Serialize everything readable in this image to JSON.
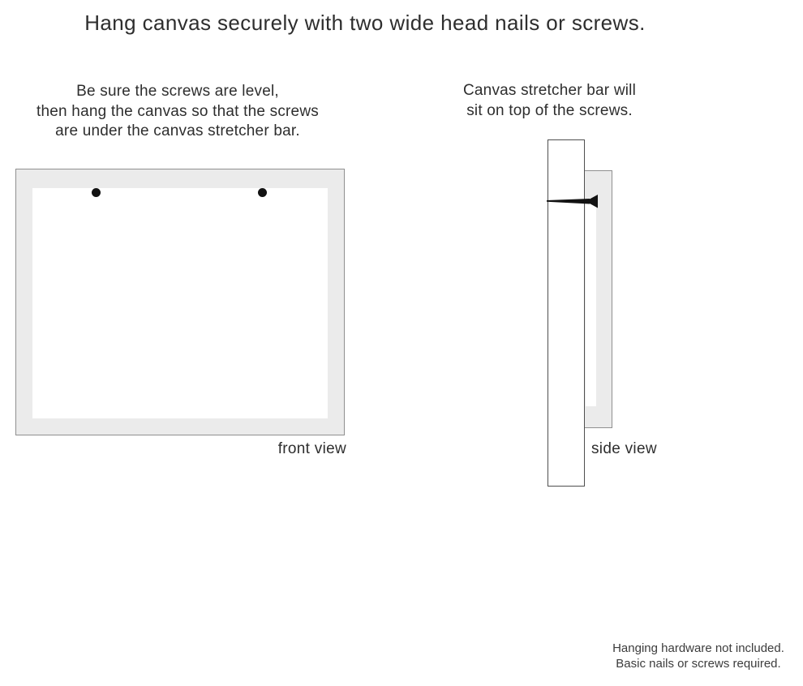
{
  "page": {
    "title": "Hang canvas securely with two wide head nails or screws."
  },
  "instructions": {
    "front_note": {
      "line1": "Be sure the screws are level,",
      "line2": "then hang the canvas so that the screws",
      "line3": "are under the canvas stretcher bar."
    },
    "side_note": {
      "line1": "Canvas stretcher bar will",
      "line2": "sit on top of the screws."
    }
  },
  "front_view": {
    "label": "front view",
    "screw_count": 2,
    "screw_icon": "filled-black-dot"
  },
  "side_view": {
    "label": "side view",
    "nail_icon": "wide-head-nail-pointing-left"
  },
  "footnote": {
    "line1": "Hanging hardware not included.",
    "line2": "Basic nails or screws required."
  },
  "colors": {
    "background": "#ffffff",
    "canvas_gray": "#ebebeb",
    "frame_border": "#8f8f8f",
    "bar_border": "#4f4f4f",
    "text": "#2e2e2e",
    "nail_black": "#121212"
  }
}
